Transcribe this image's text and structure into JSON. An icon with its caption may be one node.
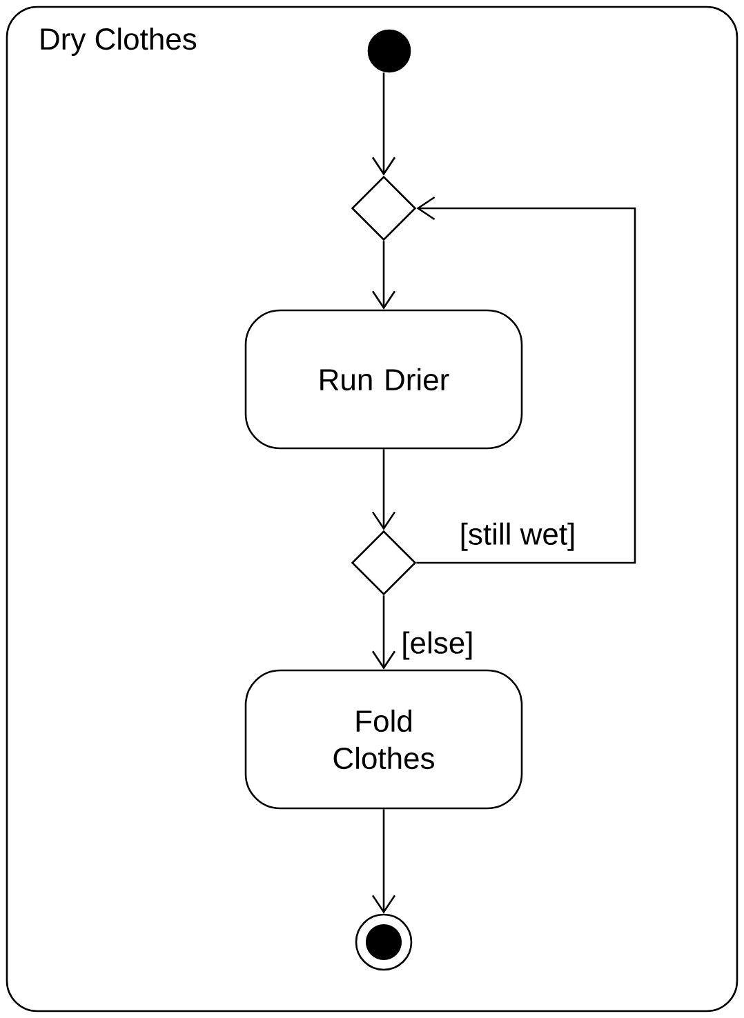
{
  "diagram": {
    "nodes": [
      {
        "text": [
          "Dry Clothes"
        ]
      },
      {
        "text": [],
        "shape": "circle",
        "in": 0
      },
      {
        "text": [],
        "shape": "diamond",
        "in": 0
      },
      {
        "text": [
          "Run Drier"
        ],
        "in": 0
      },
      {
        "text": [],
        "shape": "diamond",
        "in": 0
      },
      {
        "text": [
          "Fold Clothes"
        ],
        "in": 0
      },
      {
        "text": [],
        "shape": "circle",
        "in": 0
      }
    ],
    "edges": [
      {
        "from": 1,
        "to": 2,
        "arrow": "to"
      },
      {
        "from": 2,
        "to": 3,
        "arrow": "to"
      },
      {
        "from": 3,
        "to": 4,
        "arrow": "to"
      },
      {
        "from": 4,
        "to": 2,
        "arrow": "to",
        "label": "[still wet]"
      },
      {
        "from": 4,
        "to": 5,
        "arrow": "to",
        "label": "[else]"
      },
      {
        "from": 5,
        "to": 6,
        "arrow": "to"
      }
    ]
  }
}
